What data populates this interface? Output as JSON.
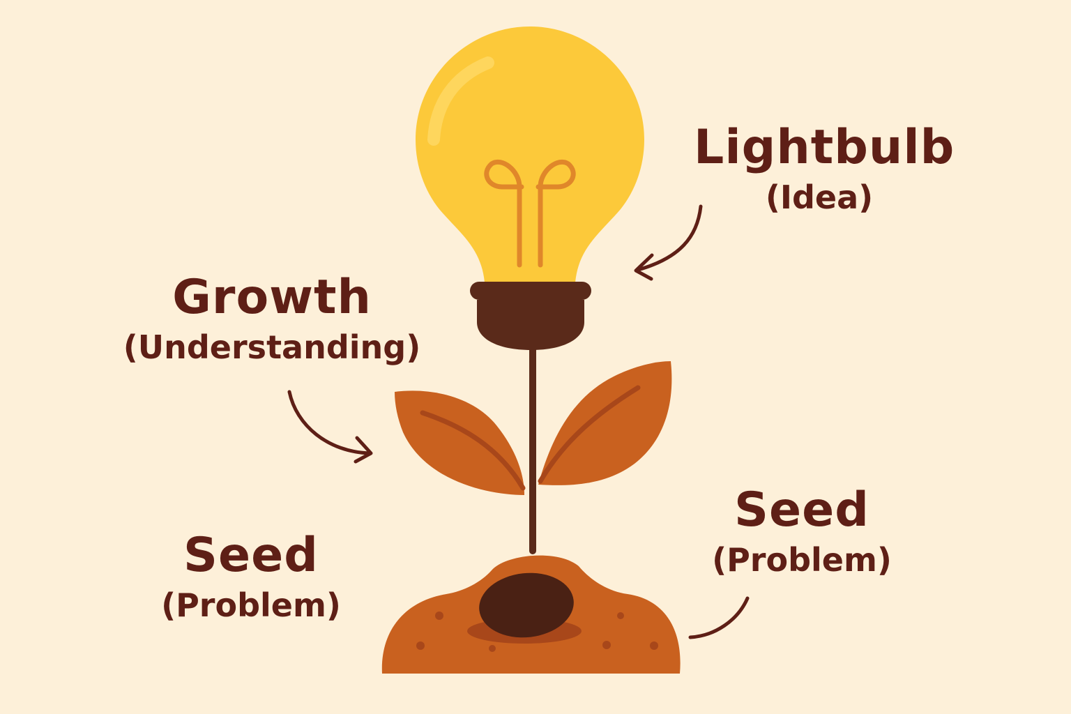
{
  "colors": {
    "background": "#fdf0d9",
    "text": "#5e1f16",
    "bulb_glass": "#fcc93a",
    "bulb_highlight": "#ffe07a",
    "filament": "#e0872a",
    "socket": "#5a2a1a",
    "stem": "#5a2a1a",
    "leaf": "#c9611f",
    "leaf_vein": "#a8471a",
    "soil": "#c9611f",
    "soil_dot": "#a8471a",
    "seed": "#4a2114",
    "arrow": "#5e1f16"
  },
  "labels": {
    "lightbulb": {
      "title": "Lightbulb",
      "subtitle": "(Idea)"
    },
    "growth": {
      "title": "Growth",
      "subtitle": "(Understanding)"
    },
    "seed_left": {
      "title": "Seed",
      "subtitle": "(Problem)"
    },
    "seed_right": {
      "title": "Seed",
      "subtitle": "(Problem)"
    }
  }
}
